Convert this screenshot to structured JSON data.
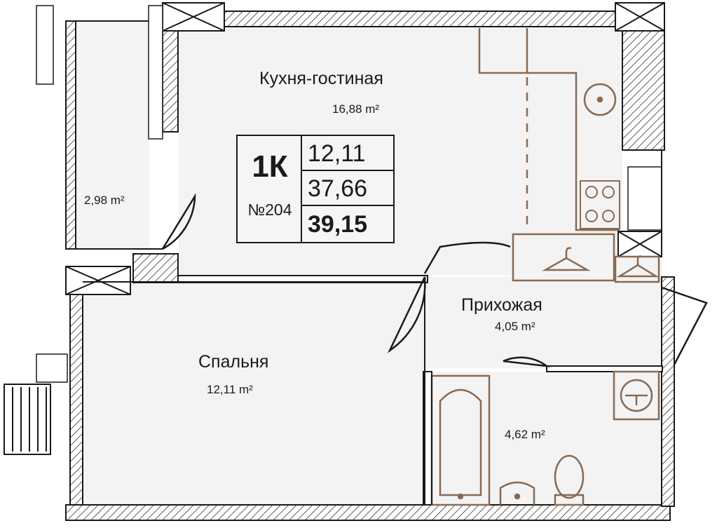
{
  "apartment": {
    "type": "1К",
    "number": "№204",
    "living_area": "12,11",
    "total_area": "37,66",
    "total_area_with_balcony": "39,15"
  },
  "rooms": {
    "kitchen_living": {
      "name": "Кухня-гостиная",
      "area": "16,88 m²"
    },
    "balcony": {
      "name": "",
      "area": "2,98 m²"
    },
    "bedroom": {
      "name": "Спальня",
      "area": "12,11 m²"
    },
    "hallway": {
      "name": "Прихожая",
      "area": "4,05 m²"
    },
    "bathroom": {
      "name": "",
      "area": "4,62 m²"
    }
  },
  "colors": {
    "floor": "#f3f3f3",
    "wall_line": "#1a1a1a",
    "furniture": "#8a6a52",
    "background": "#ffffff"
  },
  "fixtures": [
    "kitchen-sink-icon",
    "stove-icon",
    "hanger-icon",
    "bathtub-icon",
    "washbasin-icon",
    "toilet-icon",
    "water-heater-icon",
    "radiator-icon",
    "ventilation-shaft-icon"
  ]
}
